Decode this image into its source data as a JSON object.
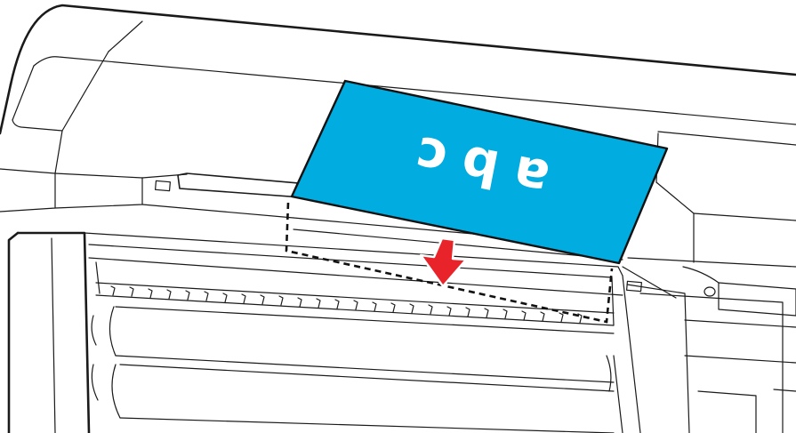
{
  "paper": {
    "label": "abc",
    "color": "#00ace0"
  },
  "arrow": {
    "color": "#e8232a",
    "direction": "down"
  },
  "highlight": {
    "style": "dashed"
  }
}
